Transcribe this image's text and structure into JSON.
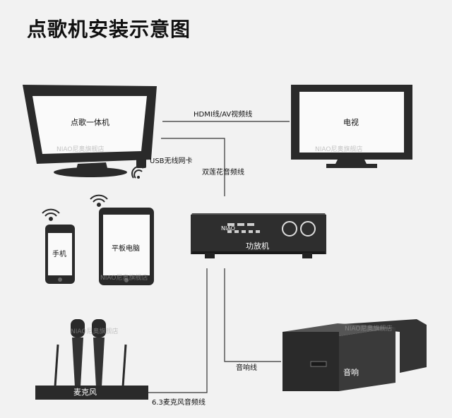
{
  "title": "点歌机安装示意图",
  "devices": {
    "kiosk": "点歌一体机",
    "tv": "电视",
    "amplifier": "功放机",
    "amplifier_brand": "NIAO",
    "phone": "手机",
    "tablet": "平板电脑",
    "mic": "麦克风",
    "speaker": "音响"
  },
  "cables": {
    "hdmi_av": "HDMI线/AV视频线",
    "usb_wifi": "USB无线网卡",
    "rca_audio": "双莲花音频线",
    "speaker_wire": "音响线",
    "mic_audio": "6.3麦克风音频线"
  },
  "watermark": "NIAO尼奥旗舰店",
  "colors": {
    "device": "#2b2b2b",
    "background": "#f2f2f2",
    "line": "#333333"
  }
}
